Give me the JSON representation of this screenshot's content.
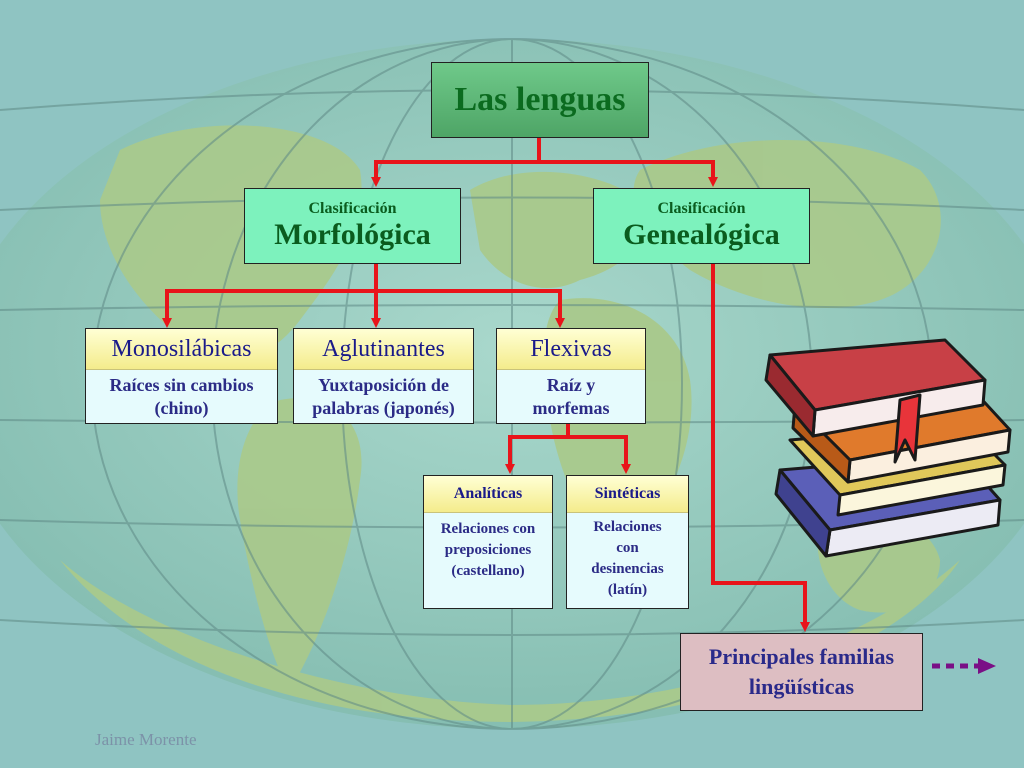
{
  "root": {
    "title": "Las lenguas"
  },
  "classifications": [
    {
      "small": "Clasificación",
      "big": "Morfológica"
    },
    {
      "small": "Clasificación",
      "big": "Genealógica"
    }
  ],
  "categories": [
    {
      "title": "Monosilábicas",
      "desc1": "Raíces sin cambios",
      "desc2": "(chino)"
    },
    {
      "title": "Aglutinantes",
      "desc1": "Yuxtaposición de",
      "desc2": "palabras (japonés)"
    },
    {
      "title": "Flexivas",
      "desc1": "Raíz y",
      "desc2": "morfemas"
    }
  ],
  "subcategories": [
    {
      "title": "Analíticas",
      "lines": [
        "Relaciones con",
        "preposiciones",
        "(castellano)"
      ]
    },
    {
      "title": "Sintéticas",
      "lines": [
        "Relaciones",
        "con",
        "desinencias",
        "(latín)"
      ]
    }
  ],
  "families": {
    "label": "Principales familias\nlingüísticas"
  },
  "author": "Jaime Morente",
  "colors": {
    "arrow": "#e8141a",
    "next_arrow": "#7a0f86",
    "ocean": "#9fd0c8",
    "land": "#a9c98c"
  },
  "icons": [
    "books-icon",
    "next-arrow-icon"
  ]
}
